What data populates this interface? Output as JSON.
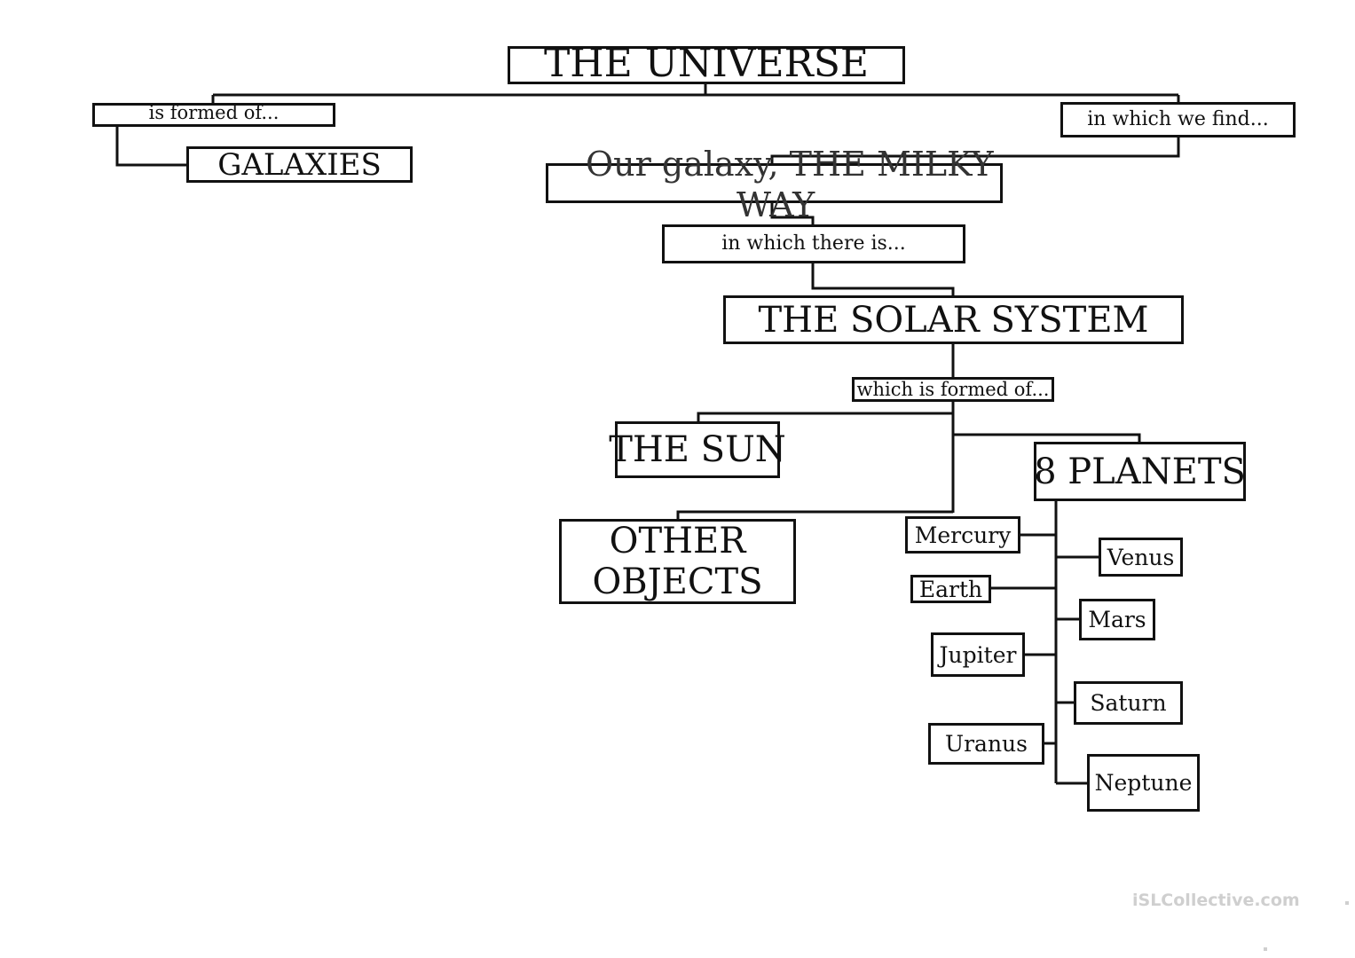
{
  "diagram": {
    "title": "THE UNIVERSE",
    "formed_of_label": "is formed of...",
    "galaxies": "GALAXIES",
    "find_label": "in which we find...",
    "milky_way_line1": "Our galaxy, THE MILKY",
    "milky_way_line2": "WAY",
    "there_is_label": "in which there is...",
    "solar_system": "THE SOLAR SYSTEM",
    "solar_formed_label": "which is formed of...",
    "sun": "THE SUN",
    "planets": "8 PLANETS",
    "other_objects_line1": "OTHER",
    "other_objects_line2": "OBJECTS",
    "planet_names": {
      "mercury": "Mercury",
      "venus": "Venus",
      "earth": "Earth",
      "mars": "Mars",
      "jupiter": "Jupiter",
      "saturn": "Saturn",
      "uranus": "Uranus",
      "neptune": "Neptune"
    }
  },
  "watermark": "iSLCollective.com"
}
